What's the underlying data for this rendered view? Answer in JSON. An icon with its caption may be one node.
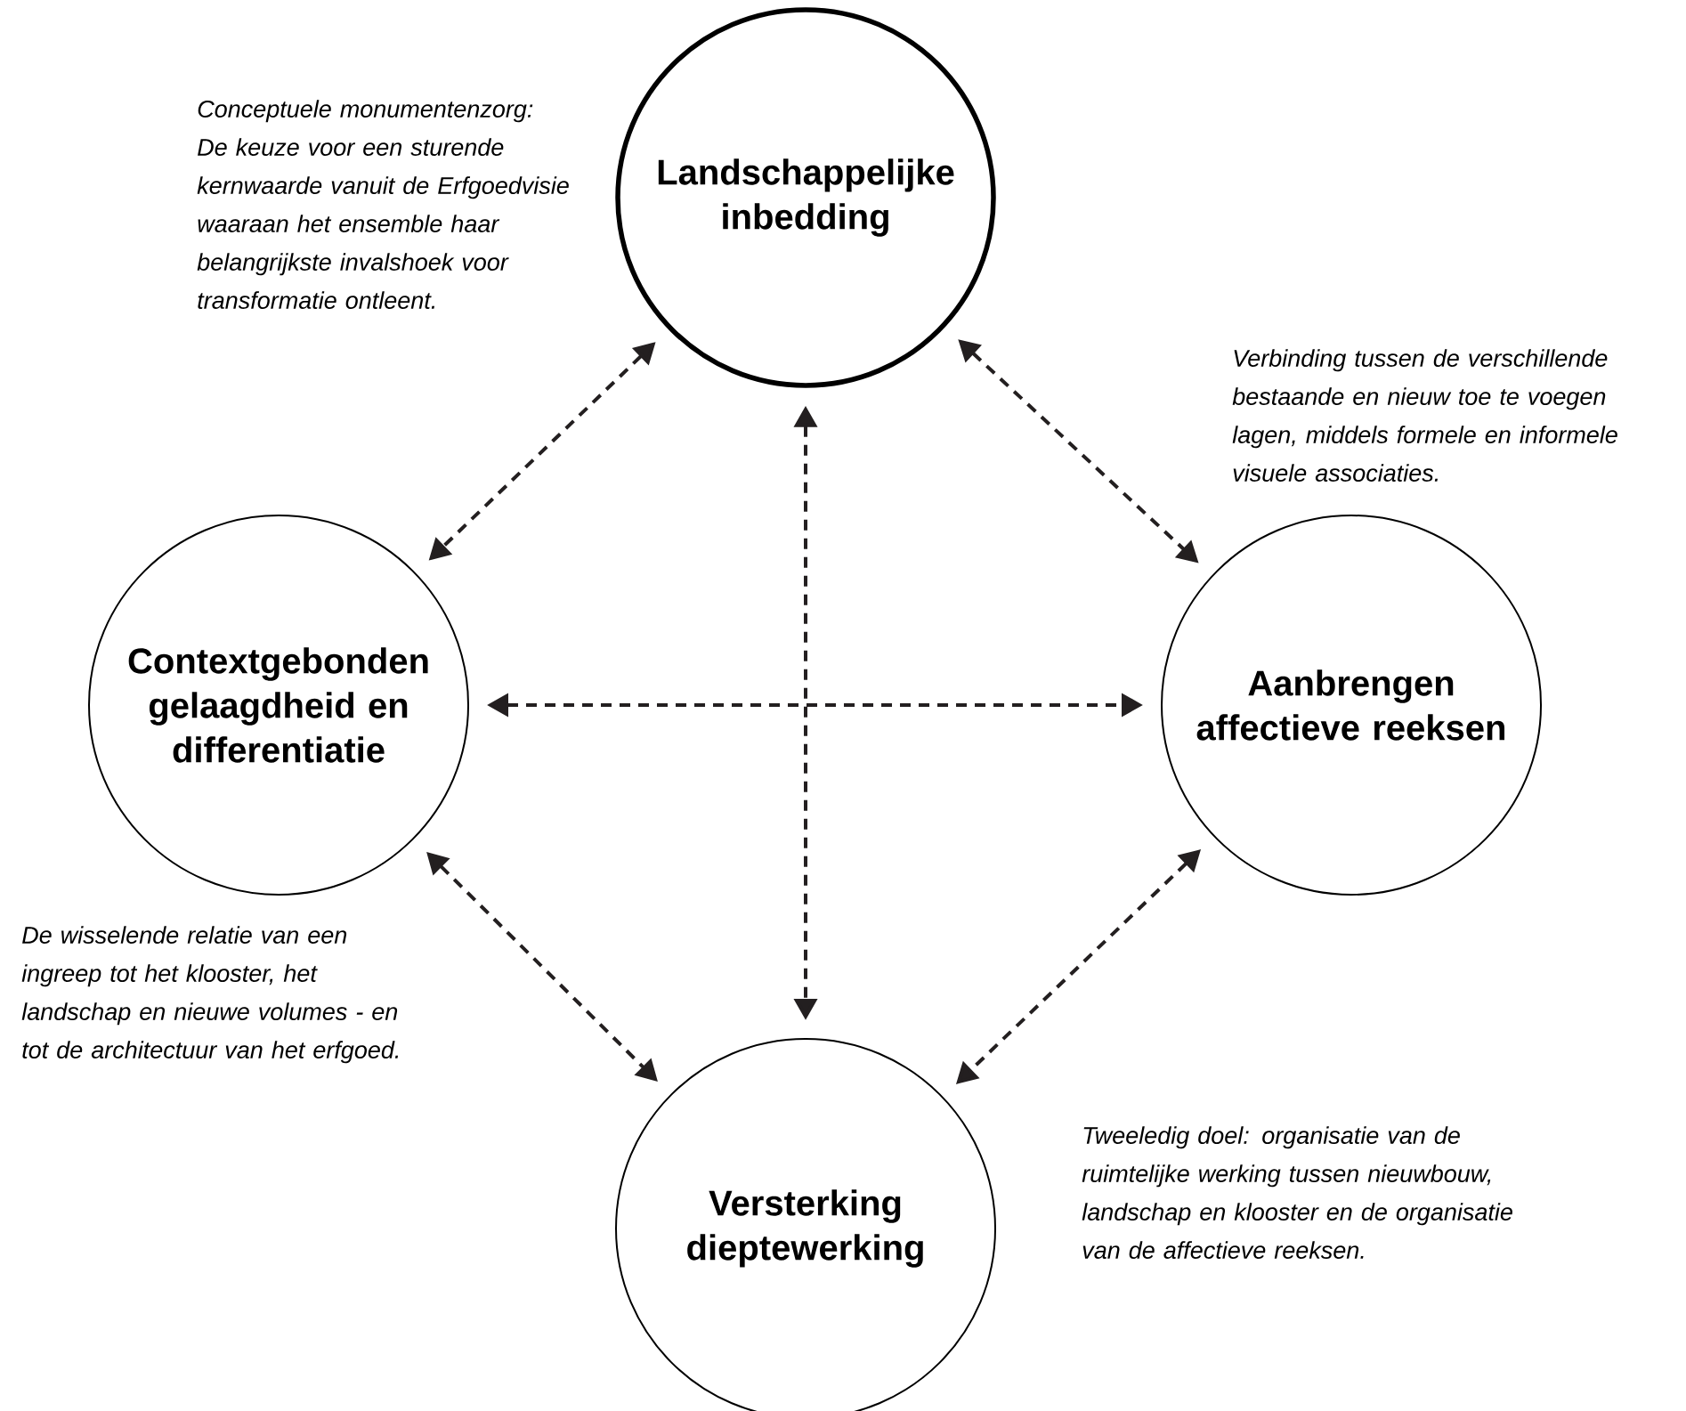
{
  "diagram": {
    "nodes": [
      {
        "text": [
          "Landschappelijke inbedding"
        ]
      },
      {
        "text": [
          "Contextgebonden gelaagdheid en differentiatie"
        ]
      },
      {
        "text": [
          "Aanbrengen affectieve reeksen"
        ]
      },
      {
        "text": [
          "Versterking dieptewerking"
        ]
      }
    ],
    "edges": [
      {
        "from": 0,
        "to": 1,
        "arrow": "both",
        "style": "dashed"
      },
      {
        "from": 0,
        "to": 2,
        "arrow": "both",
        "style": "dashed"
      },
      {
        "from": 0,
        "to": 3,
        "arrow": "both",
        "style": "dashed"
      },
      {
        "from": 1,
        "to": 2,
        "arrow": "both",
        "style": "dashed"
      },
      {
        "from": 1,
        "to": 3,
        "arrow": "both",
        "style": "dashed"
      },
      {
        "from": 2,
        "to": 3,
        "arrow": "both",
        "style": "dashed"
      }
    ],
    "labels": [
      "Conceptuele monumentenzorg: De keuze voor een sturende kernwaarde vanuit de Erfgoedvisie waaraan het ensemble haar belangrijkste invalshoek voor transformatie ontleent.",
      "Verbinding tussen de verschillende bestaande en nieuw toe te voegen lagen, middels formele en informele visuele associaties.",
      "De wisselende relatie van een ingreep tot het klooster, het landschap en nieuwe volumes - en tot de architectuur van het erfgoed.",
      "Tweeledig doel: organisatie van de ruimtelijke werking tussen nieuwbouw, landschap en klooster en de organisatie van de affectieve reeksen."
    ]
  }
}
